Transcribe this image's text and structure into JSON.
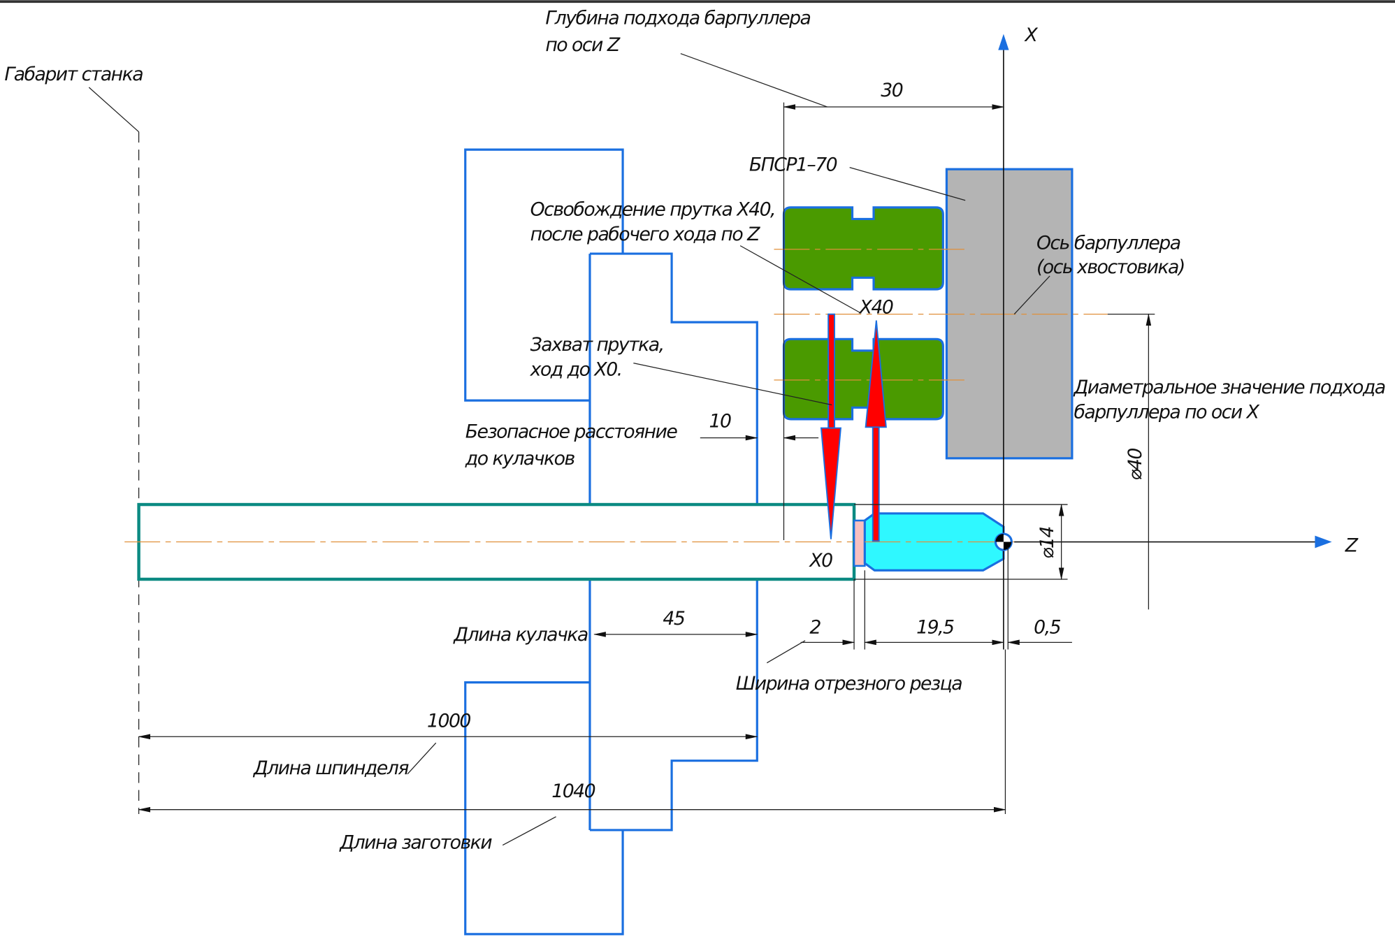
{
  "axes": {
    "x_label": "X",
    "z_label": "Z"
  },
  "labels": {
    "machine_envelope": "Габарит станка",
    "barpuller_depth_line1": "Глубина подхода барпуллера",
    "barpuller_depth_line2": "по оси Z",
    "barpuller_model": "БПСР1–70",
    "release_line1": "Освобождение прутка X40,",
    "release_line2": "после рабочего хода по Z",
    "grip_line1": "Захват прутка,",
    "grip_line2": "ход до X0.",
    "safe_distance_line1": "Безопасное расстояние",
    "safe_distance_line2": "до кулачков",
    "barpuller_axis_line1": "Ось барпуллера",
    "barpuller_axis_line2": "(ось хвостовика)",
    "diametral_line1": "Диаметральное значение подхода",
    "diametral_line2": "барпуллера по оси X",
    "jaw_length": "Длина кулачка",
    "cutoff_width": "Ширина отрезного резца",
    "spindle_length": "Длина шпинделя",
    "blank_length": "Длина заготовки",
    "x0": "X0",
    "x40": "X40"
  },
  "dimensions": {
    "depth_z": "30",
    "safe_distance": "10",
    "jaw_length": "45",
    "cutoff_width": "2",
    "part_length": "19,5",
    "facing": "0,5",
    "spindle_length": "1000",
    "blank_length": "1040",
    "diameter_part": "⌀14",
    "diameter_approach": "⌀40"
  },
  "colors": {
    "outline": "#1a6fe0",
    "bar": "#0b8a82",
    "jaws": "#4a9a00",
    "barpuller": "#b4b4b4",
    "part": "#2ff8ff",
    "cutter": "#f7c0c0",
    "arrows": "#ff0000",
    "centerline": "#e0903a"
  }
}
